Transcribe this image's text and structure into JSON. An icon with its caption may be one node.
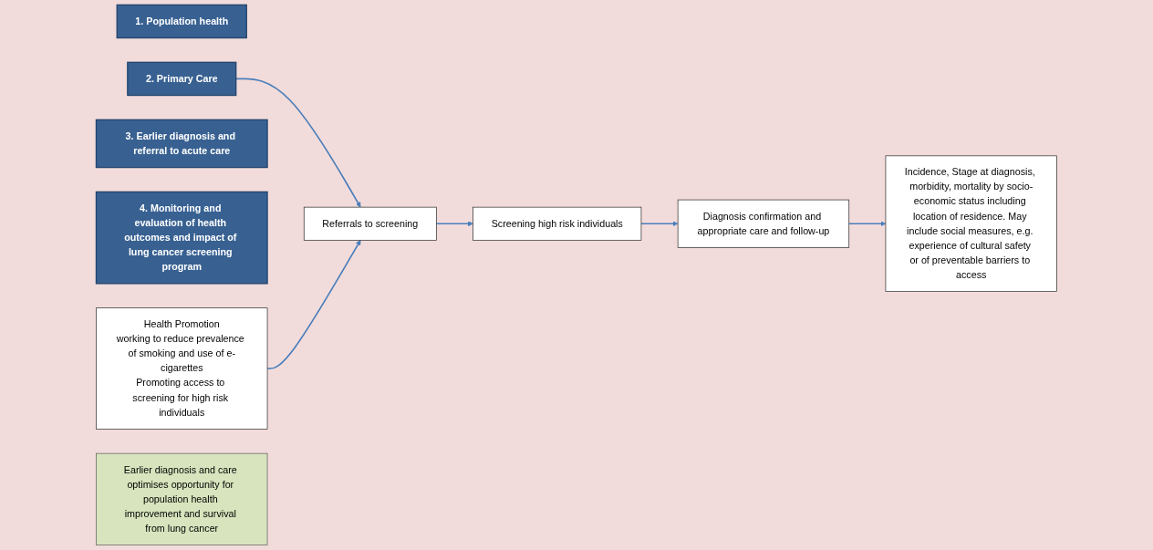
{
  "diagram": {
    "nodes": [
      {
        "text": [
          "1. Population health"
        ]
      },
      {
        "text": [
          "2. Primary Care"
        ]
      },
      {
        "text": [
          "3. Earlier diagnosis and referral to acute care"
        ]
      },
      {
        "text": [
          "4. Monitoring and evaluation of health outcomes and impact of lung cancer screening program"
        ]
      },
      {
        "text": [
          "Health Promotion",
          "working to reduce prevalence of smoking and use of e-cigarettes",
          "Promoting access to screening for high risk individuals"
        ]
      },
      {
        "text": [
          "Referrals to screening"
        ]
      },
      {
        "text": [
          "Screening high risk individuals"
        ]
      },
      {
        "text": [
          "Diagnosis confirmation and appropriate care and follow-up"
        ]
      },
      {
        "text": [
          "Incidence, Stage at diagnosis, morbidity, mortality by socio-economic status including location of residence. May include social measures, e.g. experience of cultural safety or of preventable barriers to access"
        ]
      },
      {
        "text": [
          "Earlier diagnosis and care optimises opportunity for population health improvement and survival from lung cancer"
        ]
      }
    ],
    "edges": [
      {
        "from": 1,
        "to": 5,
        "arrow": "to"
      },
      {
        "from": 4,
        "to": 5,
        "arrow": "to"
      },
      {
        "from": 5,
        "to": 6,
        "arrow": "to"
      },
      {
        "from": 6,
        "to": 7,
        "arrow": "to"
      },
      {
        "from": 7,
        "to": 8,
        "arrow": "to"
      }
    ]
  }
}
